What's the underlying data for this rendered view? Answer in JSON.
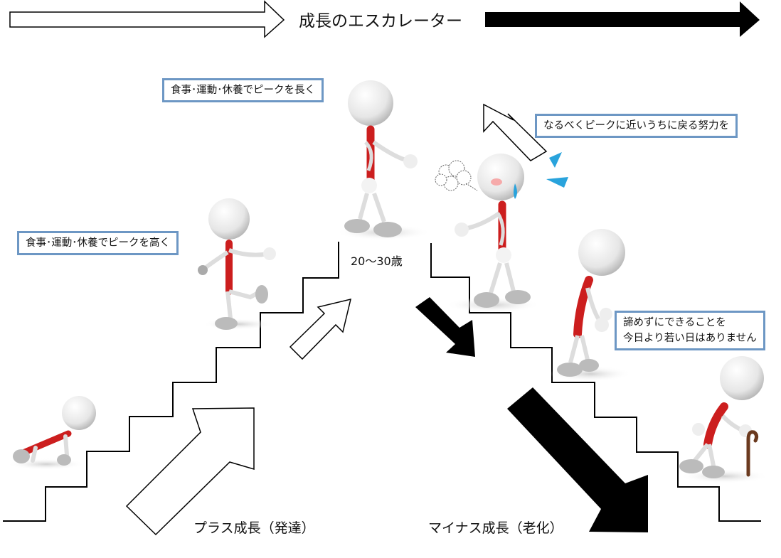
{
  "title": "成長のエスカレーター",
  "peak_age_label": "20〜30歳",
  "captions": {
    "plus": "プラス成長（発達）",
    "minus": "マイナス成長（老化）"
  },
  "notes": {
    "peak_long": "食事･運動･休養でピークを長く",
    "peak_high": "食事･運動･休養でピークを高く",
    "return_effort": "なるべくピークに近いうちに戻る努力を",
    "dont_give_up": [
      "諦めずにできることを",
      "今日より若い日はありません"
    ]
  },
  "icons": [
    "outline-arrow-icon",
    "black-arrow-icon",
    "thought-bubble-icon",
    "sweat-drop-icon",
    "cane-icon"
  ],
  "colors": {
    "note_border": "#6d97c4",
    "figure_red": "#cc1e1e",
    "arrow_black": "#000000",
    "sweat_blue": "#29a3dc"
  }
}
